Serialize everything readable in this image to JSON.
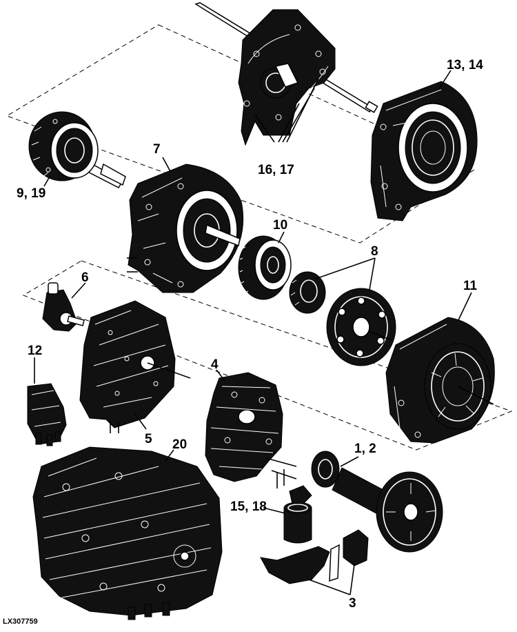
{
  "figure_id": "LX307759",
  "callouts": {
    "c1_2": "1, 2",
    "c3": "3",
    "c4": "4",
    "c5": "5",
    "c6": "6",
    "c7": "7",
    "c8": "8",
    "c9_19": "9, 19",
    "c10": "10",
    "c11": "11",
    "c12": "12",
    "c13_14": "13, 14",
    "c15_18": "15, 18",
    "c16_17": "16, 17",
    "c20": "20"
  },
  "colors": {
    "ink": "#000000",
    "paper": "#ffffff",
    "part_fill": "#111111"
  }
}
